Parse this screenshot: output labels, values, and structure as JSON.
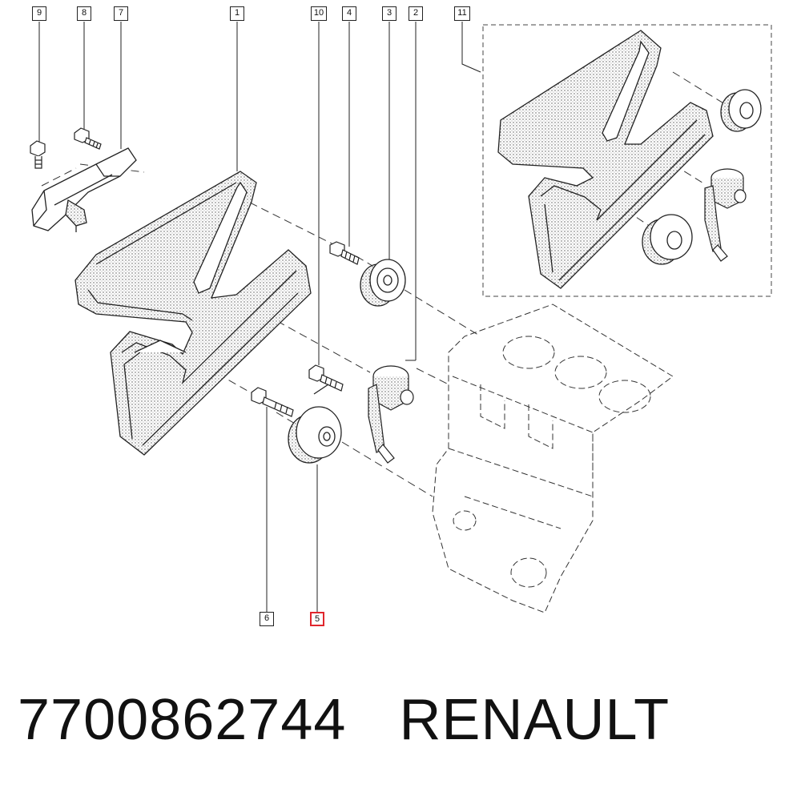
{
  "callouts": {
    "c9": "9",
    "c8": "8",
    "c7": "7",
    "c1": "1",
    "c10": "10",
    "c4": "4",
    "c3": "3",
    "c2": "2",
    "c11": "11",
    "c6": "6",
    "c5": "5"
  },
  "highlighted_callout": "5",
  "caption": {
    "part_number": "7700862744",
    "brand": "RENAULT"
  },
  "colors": {
    "line": "#222222",
    "highlight": "#e0262d",
    "belt_fill": "#ededed"
  }
}
